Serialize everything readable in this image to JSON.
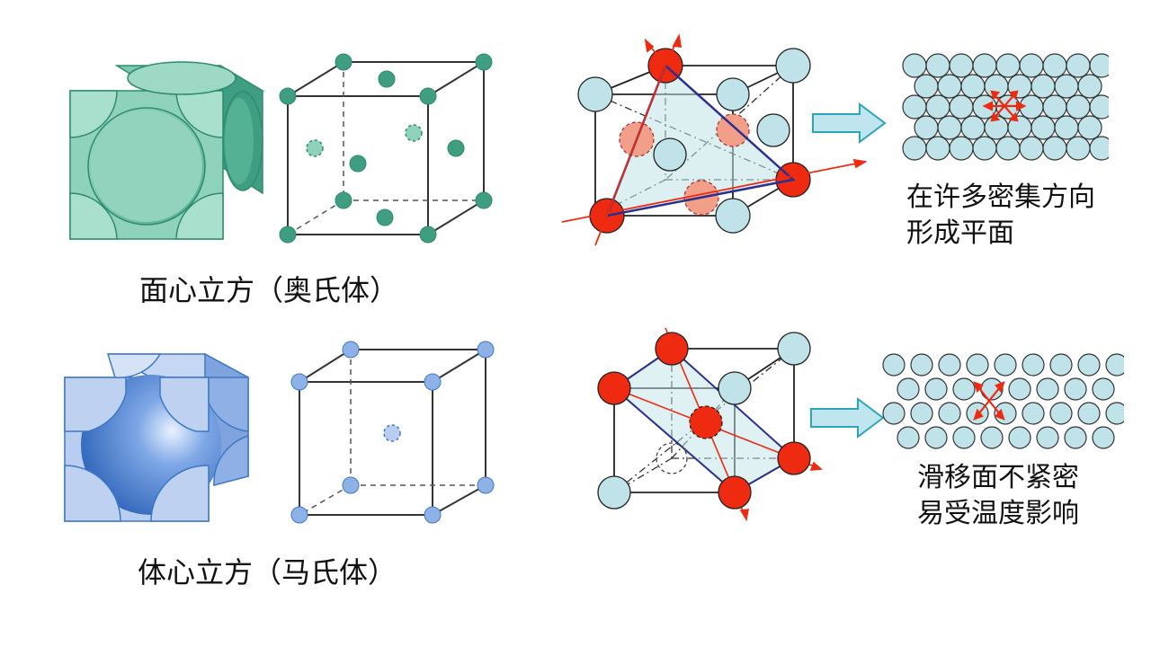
{
  "fcc": {
    "caption": "面心立方（奥氏体）",
    "note_line1": "在许多密集方向",
    "note_line2": "形成平面"
  },
  "bcc": {
    "caption": "体心立方（马氏体）",
    "note_line1": "滑移面不紧密",
    "note_line2": "易受温度影响"
  },
  "colors": {
    "fcc_green": "#5fb9a0",
    "fcc_green_dark": "#2e8b70",
    "bcc_blue": "#9ab8e8",
    "bcc_blue_dark": "#3d78c8",
    "atom_light": "#bfe3e8",
    "atom_red": "#ee2a10",
    "arrow_fill": "#bfe6ee",
    "arrow_stroke": "#2aa6b8",
    "plane_line": "#2b2f8f"
  }
}
